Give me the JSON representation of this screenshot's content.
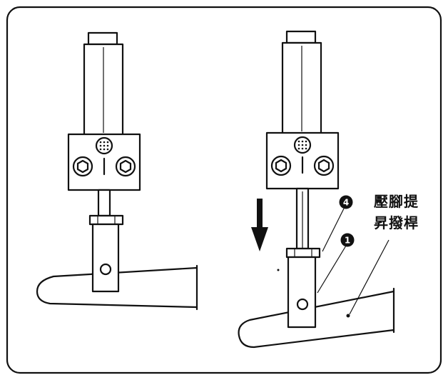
{
  "labels": {
    "presser_lifter_line1": "壓腳提",
    "presser_lifter_line2": "昇撥桿"
  },
  "callouts": [
    "4",
    "1"
  ],
  "colors": {
    "ink": "#111111",
    "paper": "#ffffff"
  }
}
